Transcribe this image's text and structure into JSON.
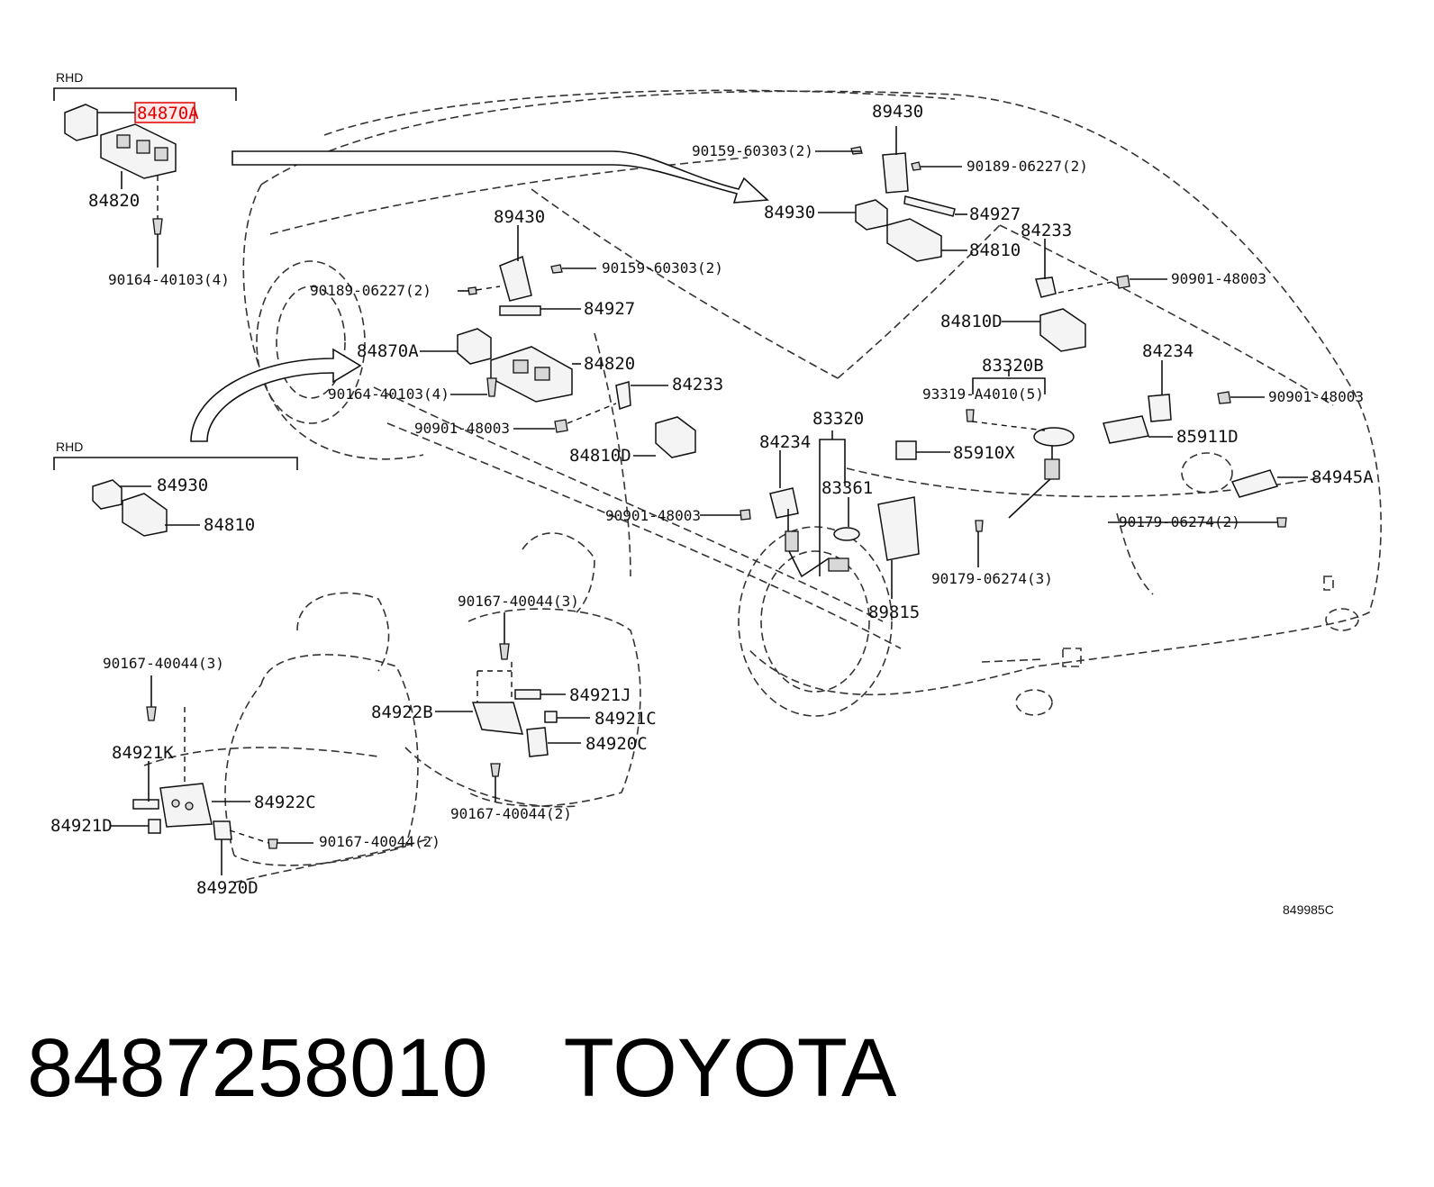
{
  "headers": {
    "rhd_top": "RHD",
    "rhd_bottom": "RHD"
  },
  "labels": {
    "highlight": "84870A",
    "p84820_inset": "84820",
    "p90164_inset": "90164-40103(4)",
    "p84930_inset": "84930",
    "p84810_inset": "84810",
    "p89430_a": "89430",
    "p90159_a": "90159-60303(2)",
    "p90189_a": "90189-06227(2)",
    "p84930_a": "84930",
    "p84927_a": "84927",
    "p84810_a": "84810",
    "p84233_a": "84233",
    "p90901_a": "90901-48003",
    "p84810D_a": "84810D",
    "p89430_b": "89430",
    "p90159_b": "90159-60303(2)",
    "p90189_b": "90189-06227(2)",
    "p84927_b": "84927",
    "p84870A_b": "84870A",
    "p84820_b": "84820",
    "p90164_b": "90164-40103(4)",
    "p84233_b": "84233",
    "p90901_b": "90901-48003",
    "p84810D_b": "84810D",
    "p83320B": "83320B",
    "p93319": "93319-A4010(5)",
    "p84234_a": "84234",
    "p90901_c": "90901-48003",
    "p85911D": "85911D",
    "p83320": "83320",
    "p84234_b": "84234",
    "p85910X": "85910X",
    "p83361": "83361",
    "p84945A": "84945A",
    "p90901_d": "90901-48003",
    "p90179_a": "90179-06274(2)",
    "p90179_b": "90179-06274(3)",
    "p89815": "89815",
    "p90167_a": "90167-40044(3)",
    "p90167_b": "90167-40044(3)",
    "p84921J": "84921J",
    "p84922B": "84922B",
    "p84921C": "84921C",
    "p84920C": "84920C",
    "p84921K": "84921K",
    "p84922C": "84922C",
    "p84921D": "84921D",
    "p90167_c": "90167-40044(2)",
    "p90167_d": "90167-40044(2)",
    "p84920D": "84920D",
    "diagram_code": "849985C"
  },
  "footer": {
    "part_number": "8487258010",
    "brand": "TOYOTA"
  },
  "colors": {
    "highlight": "#e00000",
    "ink": "#111111"
  }
}
